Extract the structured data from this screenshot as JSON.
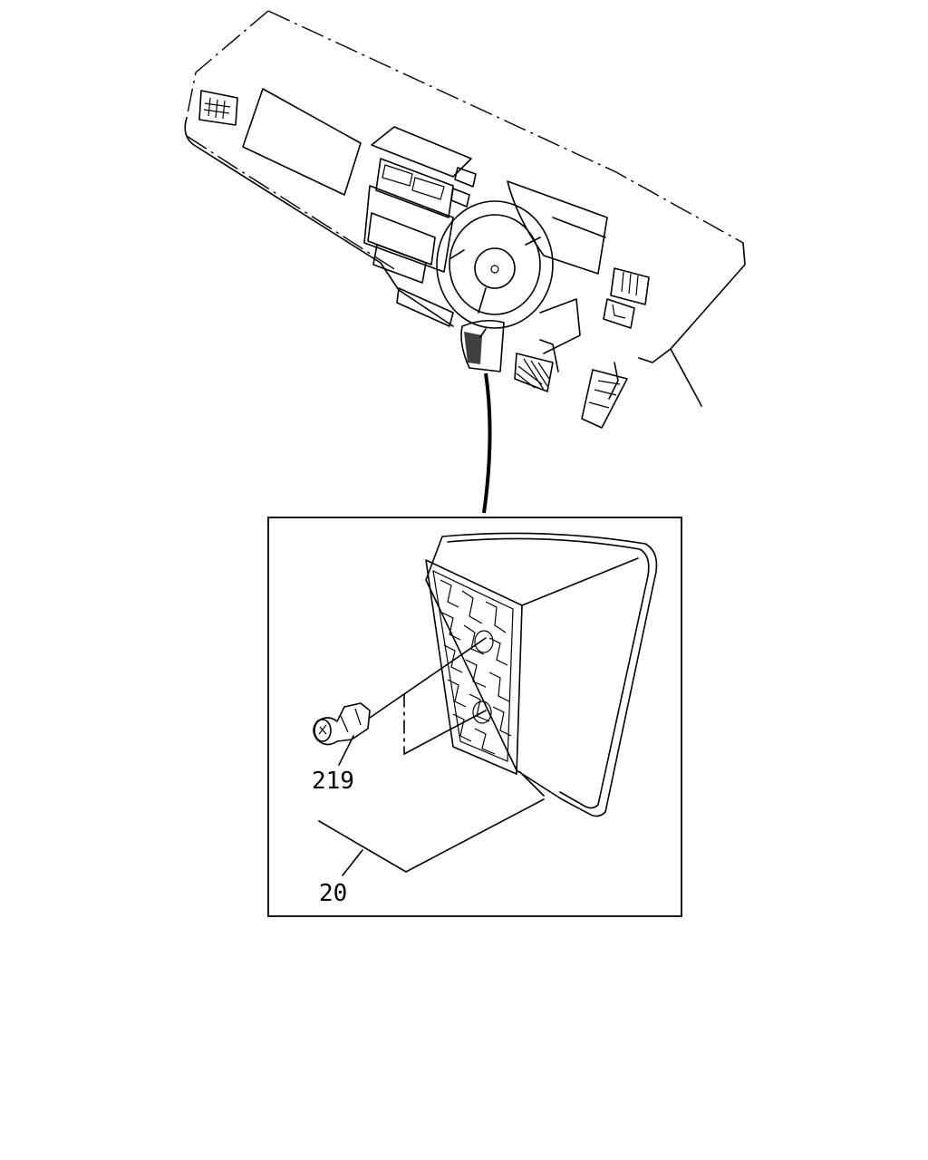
{
  "callouts": [
    {
      "id": "part-219",
      "text": "219"
    },
    {
      "id": "part-20",
      "text": "20"
    }
  ],
  "colors": {
    "line": "#000000",
    "background": "#ffffff"
  }
}
